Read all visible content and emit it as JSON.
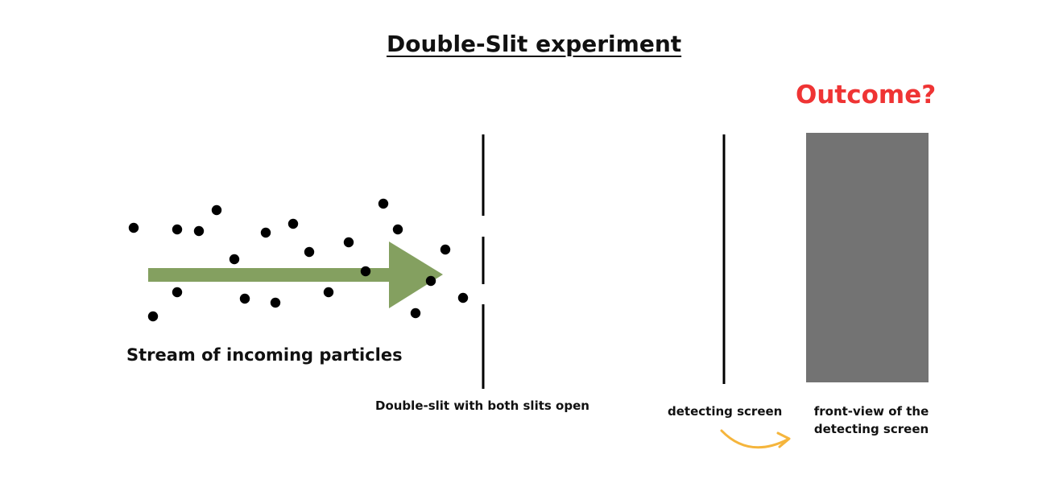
{
  "title": "Double-Slit experiment",
  "outcome_label": "Outcome?",
  "stream_label": "Stream of incoming particles",
  "double_slit_label": "Double-slit with both slits open",
  "detecting_screen_label": "detecting screen",
  "front_view_label": "front-view of the detecting screen",
  "colors": {
    "outcome_text": "#ef3434",
    "arrow": "#84a060",
    "front_view_fill": "#737373",
    "curved_arrow": "#f5b53c",
    "particle": "#000000"
  },
  "icons": {
    "stream_arrow": "right-arrow-icon",
    "link_arrow": "curved-arrow-icon"
  }
}
